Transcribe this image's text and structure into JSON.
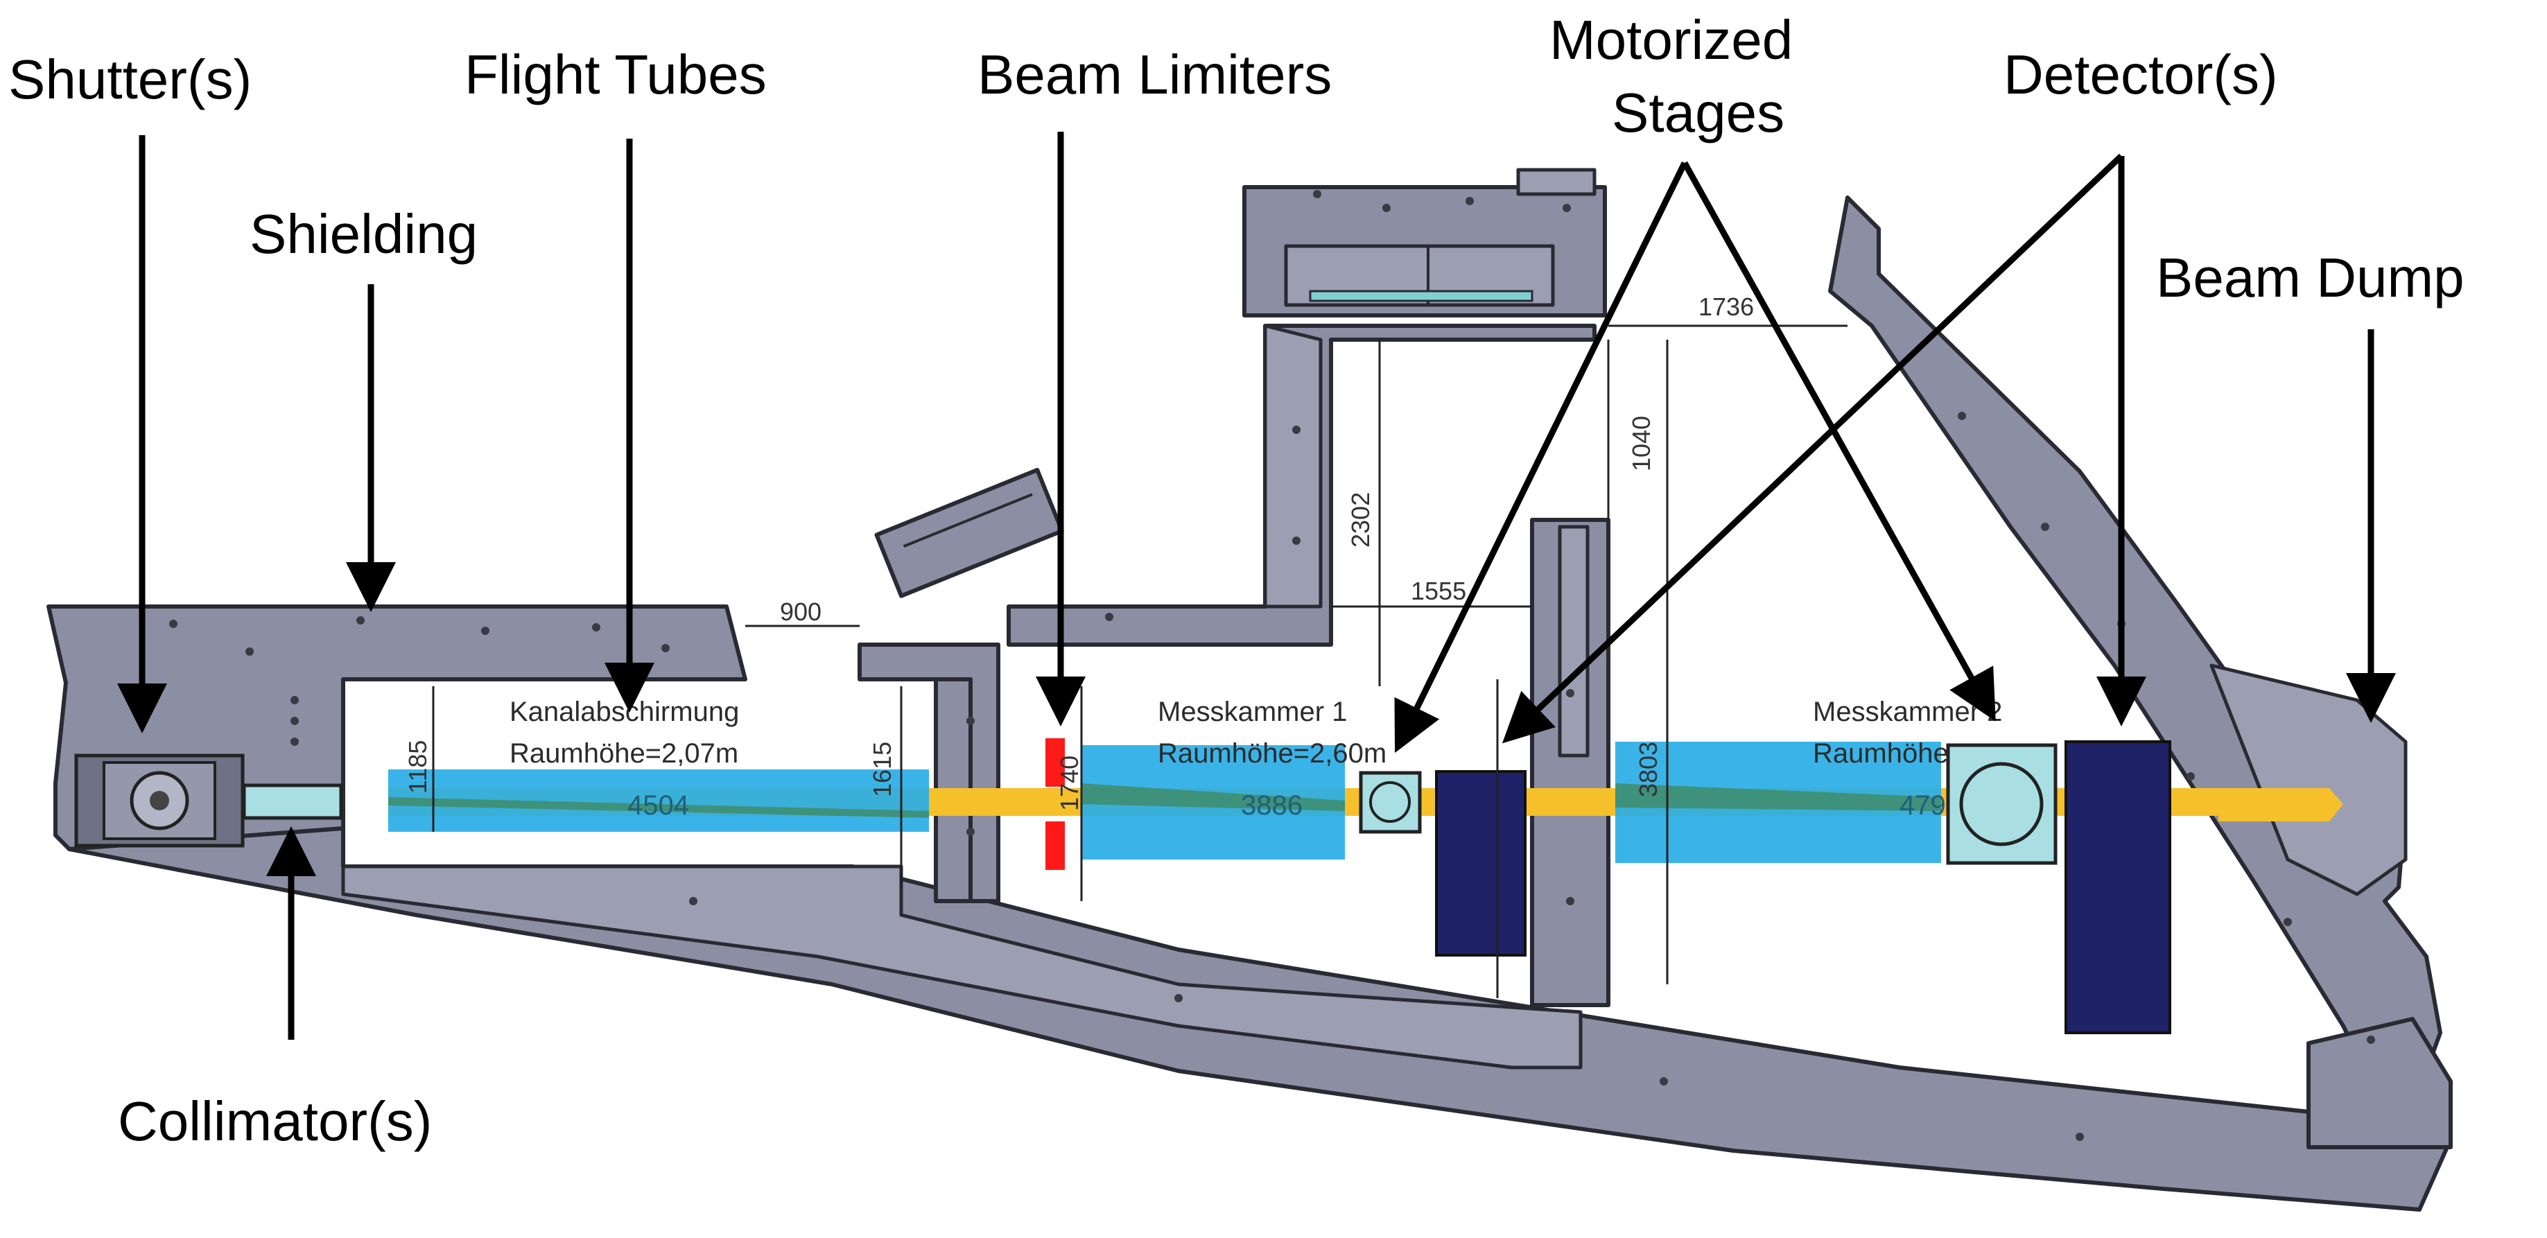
{
  "labels": {
    "shutter": "Shutter(s)",
    "flight_tubes": "Flight Tubes",
    "beam_limiters": "Beam Limiters",
    "motorized_stages_1": "Motorized",
    "motorized_stages_2": "Stages",
    "detector": "Detector(s)",
    "shielding": "Shielding",
    "beam_dump": "Beam Dump",
    "collimator": "Collimator(s)"
  },
  "rooms": {
    "channel_name": "Kanalabschirmung",
    "channel_height": "Raumhöhe=2,07m",
    "chamber1_name": "Messkammer 1",
    "chamber1_height": "Raumhöhe=2,60m",
    "chamber2_name": "Messkammer 2",
    "chamber2_height": "Raumhöhe"
  },
  "dimensions": {
    "d900": "900",
    "d1736": "1736",
    "d1040": "1040",
    "d2302": "2302",
    "d1555": "1555",
    "d1185": "1185",
    "d1615": "1615",
    "d1740": "1740",
    "d3803": "3803"
  },
  "tube_lengths": {
    "tube1": "4504",
    "tube2": "3886",
    "tube3": "479"
  },
  "colors": {
    "wall": "#8c8fa3",
    "flight_tube": "#29aee6",
    "beam": "#f5c02a",
    "beam_limiter": "#ff1a1a",
    "detector": "#1f2266",
    "stage": "#a9dfe3"
  }
}
